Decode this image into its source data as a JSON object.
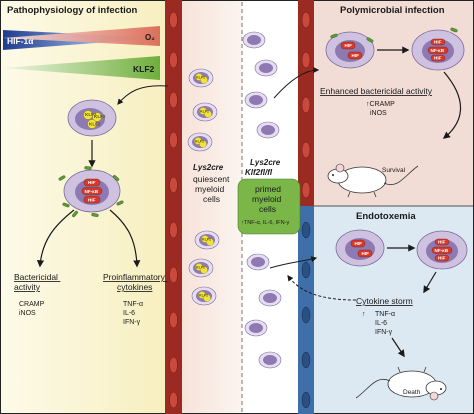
{
  "panels": {
    "left_title": "Pathophysiology of infection",
    "polymicrobial_title": "Polymicrobial infection",
    "endotoxemia_title": "Endotoxemia"
  },
  "gradient": {
    "hif_label": "HIF-1α",
    "o2_label": "O₂",
    "klf2_label": "KLF2"
  },
  "cell_labels": {
    "hif": "HIF",
    "nfkb": "NF-κB",
    "klf2": "KLF2"
  },
  "left_outcomes": {
    "bactericidal_title": "Bactericidal activity",
    "bactericidal_items": [
      "CRAMP",
      "iNOS"
    ],
    "cytokines_title": "Proinflammatory cytokines",
    "cytokine_items": [
      "TNF-α",
      "IL-6",
      "IFN-γ"
    ]
  },
  "middle": {
    "lys2cre": "Lys2cre",
    "quiescent": [
      "quiescent",
      "myeloid",
      "cells"
    ],
    "lys2cre_klf": [
      "Lys2cre",
      "Klf2fl/fl"
    ],
    "primed": [
      "primed",
      "myeloid",
      "cells"
    ],
    "primed_cytokines": "TNF-α, IL-6, IFN-γ"
  },
  "polymicrobial": {
    "enhanced": "Enhanced bactericidal activity",
    "markers": [
      "CRAMP",
      "iNOS"
    ],
    "survival": "Survival"
  },
  "endotoxemia": {
    "storm": "Cytokine storm",
    "items": [
      "TNF-α",
      "IL-6",
      "IFN-γ"
    ],
    "death": "Death"
  },
  "colors": {
    "vessel": "#9b2a22",
    "vessel_blue": "#3f6fa8",
    "left_bg": "#fbf6d6",
    "right_top_bg": "#f2dcd6",
    "right_bottom_bg": "#dde9f2",
    "primed_box": "#7ab648",
    "cell_purple": "#a58ac4",
    "hif_red": "#d43a2a",
    "klf2_yellow": "#f1e23c"
  }
}
